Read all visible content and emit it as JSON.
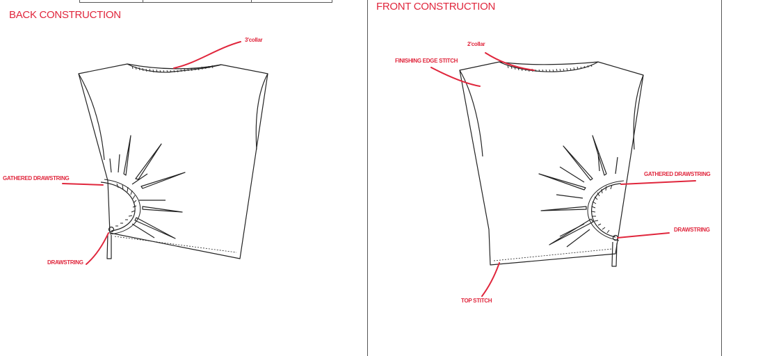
{
  "back": {
    "title": "BACK CONSTRUCTION",
    "labels": {
      "collar": "3'collar",
      "gathered_drawstring": "GATHERED DRAWSTRING",
      "drawstring": "DRAWSTRING"
    }
  },
  "front": {
    "title": "FRONT CONSTRUCTION",
    "labels": {
      "collar": "2'collar",
      "finishing_edge_stitch": "FINISHING EDGE STITCH",
      "gathered_drawstring": "GATHERED DRAWSTRING",
      "drawstring": "DRAWSTRING",
      "top_stitch": "TOP STITCH"
    }
  },
  "colors": {
    "accent": "#e0263c",
    "line": "#222222"
  }
}
